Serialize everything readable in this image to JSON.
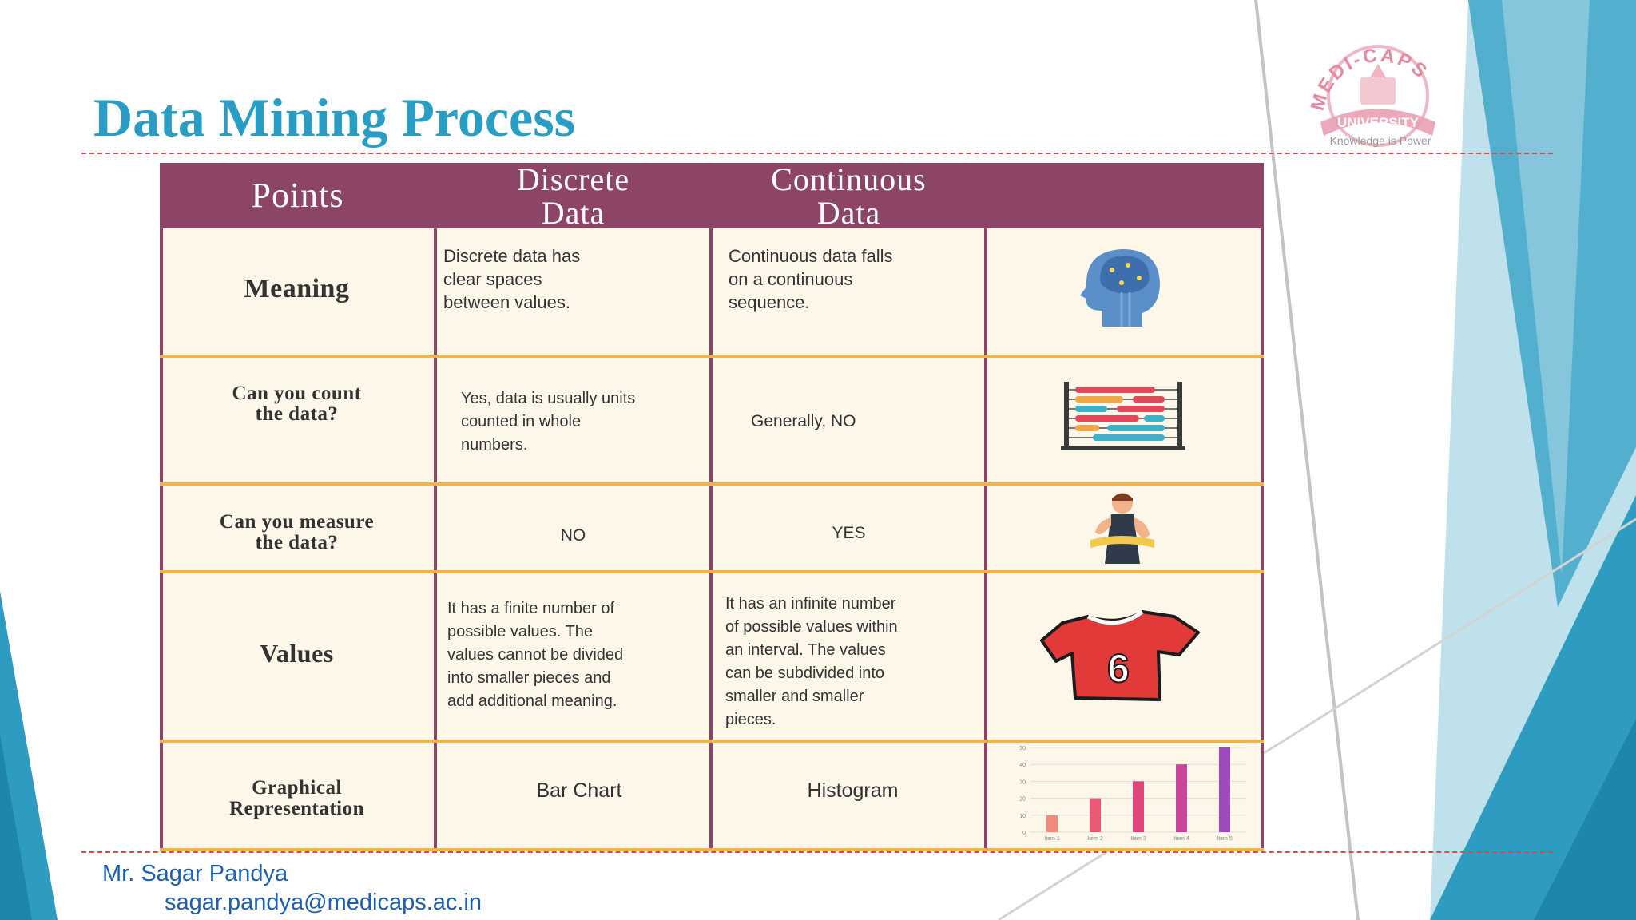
{
  "title": "Data Mining Process",
  "logo": {
    "arc_text": "MEDI-CAPS",
    "ribbon_text": "UNIVERSITY",
    "tagline": "Knowledge is Power"
  },
  "table": {
    "headers": {
      "points": "Points",
      "discrete_line1": "Discrete",
      "discrete_line2": "Data",
      "continuous_line1": "Continuous",
      "continuous_line2": "Data"
    },
    "rows": [
      {
        "point": [
          "Meaning"
        ],
        "discrete": [
          "Discrete data has",
          "clear spaces",
          "between values."
        ],
        "continuous": [
          "Continuous data falls",
          "on a continuous",
          "sequence."
        ],
        "icon": "brain-head-icon"
      },
      {
        "point": [
          "Can you count",
          "the data?"
        ],
        "discrete": [
          "Yes, data is usually units",
          "counted in whole",
          "numbers."
        ],
        "continuous": [
          "Generally, NO"
        ],
        "icon": "abacus-icon"
      },
      {
        "point": [
          "Can you  measure",
          "the data?"
        ],
        "discrete": [
          "NO"
        ],
        "continuous": [
          "YES"
        ],
        "icon": "measuring-tape-person-icon"
      },
      {
        "point": [
          "Values"
        ],
        "discrete": [
          "It has a finite number of",
          "possible values. The",
          "values cannot be divided",
          "into smaller pieces and",
          "add additional meaning."
        ],
        "continuous": [
          "It has an infinite number",
          "of possible values within",
          "an interval. The values",
          "can be subdivided into",
          "smaller and smaller",
          "pieces."
        ],
        "icon": "jersey-six-icon"
      },
      {
        "point": [
          "Graphical",
          "Representation"
        ],
        "discrete": [
          "Bar Chart"
        ],
        "continuous": [
          "Histogram"
        ],
        "icon": "mini-bar-chart-icon"
      }
    ],
    "jersey_number": "6"
  },
  "chart_data": {
    "type": "bar",
    "categories": [
      "Item 1",
      "Item 2",
      "Item 3",
      "Item 4",
      "Item 5"
    ],
    "values": [
      10,
      20,
      30,
      40,
      50
    ],
    "yticks": [
      "0",
      "10",
      "20",
      "30",
      "40",
      "50"
    ],
    "ylim": [
      0,
      50
    ],
    "colors": [
      "#f08a7a",
      "#e85a73",
      "#e0457c",
      "#c7479a",
      "#9b4bbb"
    ],
    "title": "",
    "xlabel": "",
    "ylabel": ""
  },
  "footer": {
    "author": "Mr. Sagar Pandya",
    "email": "sagar.pandya@medicaps.ac.in"
  },
  "colors": {
    "title": "#2a9dc4",
    "header_bg": "#8c4566",
    "row_separator": "#f0b54a",
    "cell_bg": "#fdf7ea",
    "accent_teal": "#2e9cc0",
    "footer_text": "#1f5fb0"
  }
}
